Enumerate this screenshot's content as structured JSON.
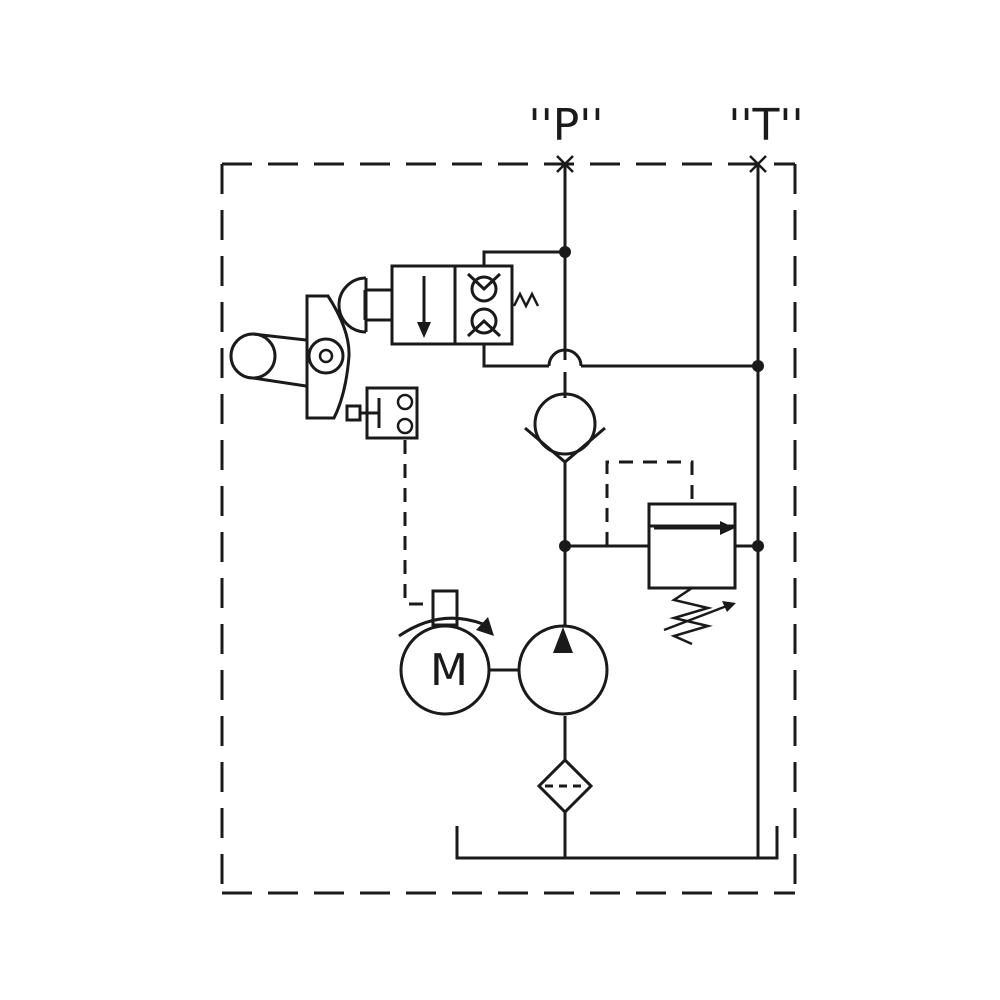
{
  "ports": {
    "pressure_label": "''P''",
    "tank_label": "''T''"
  },
  "motor": {
    "label": "M"
  }
}
